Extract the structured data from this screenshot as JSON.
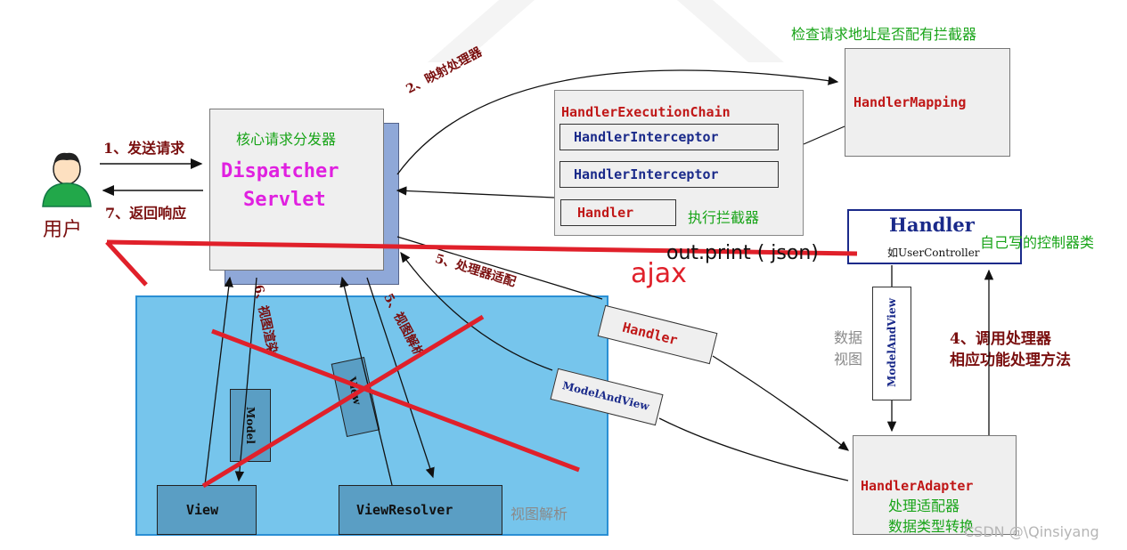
{
  "user": {
    "label": "用户"
  },
  "steps": {
    "s1": "1、发送请求",
    "s7": "7、返回响应",
    "s2": "2、映射处理器",
    "s5": "5、处理器适配",
    "s4_line1": "4、调用处理器",
    "s4_line2": "相应功能处理方法",
    "s6_render": "6、视图渲染",
    "s5_resolve": "5、视图解析"
  },
  "dispatcher": {
    "caption": "核心请求分发器",
    "line1": "Dispatcher",
    "line2": "Servlet"
  },
  "chain": {
    "title": "HandlerExecutionChain",
    "interceptor1": "HandlerInterceptor",
    "interceptor2": "HandlerInterceptor",
    "handler": "Handler",
    "note": "执行拦截器"
  },
  "mapping": {
    "title": "HandlerMapping",
    "note": "检查请求地址是否配有拦截器"
  },
  "handler": {
    "title": "Handler",
    "subtitle": "如UserController",
    "note": "自己写的控制器类",
    "out_print": "out.print ( json)",
    "ajax": "ajax"
  },
  "adapter": {
    "title": "HandlerAdapter",
    "note1": "处理适配器",
    "note2": "数据类型转换"
  },
  "flow_labels": {
    "handler_tag": "Handler",
    "mav_tag": "ModelAndView",
    "mav_vertical": "ModelAndView",
    "data_view_1": "数据",
    "data_view_2": "视图"
  },
  "view_area": {
    "view": "View",
    "view_resolver": "ViewResolver",
    "view_resolver_note": "视图解析",
    "model_tag": "Model",
    "view_tag": "View"
  },
  "watermark": "CSDN @\\Qinsiyang",
  "colors": {
    "overlay_blue": "#5bb8e8",
    "strike_red": "#e0202a",
    "green_text": "#18a418",
    "dark_red_text": "#7a0f0f"
  }
}
